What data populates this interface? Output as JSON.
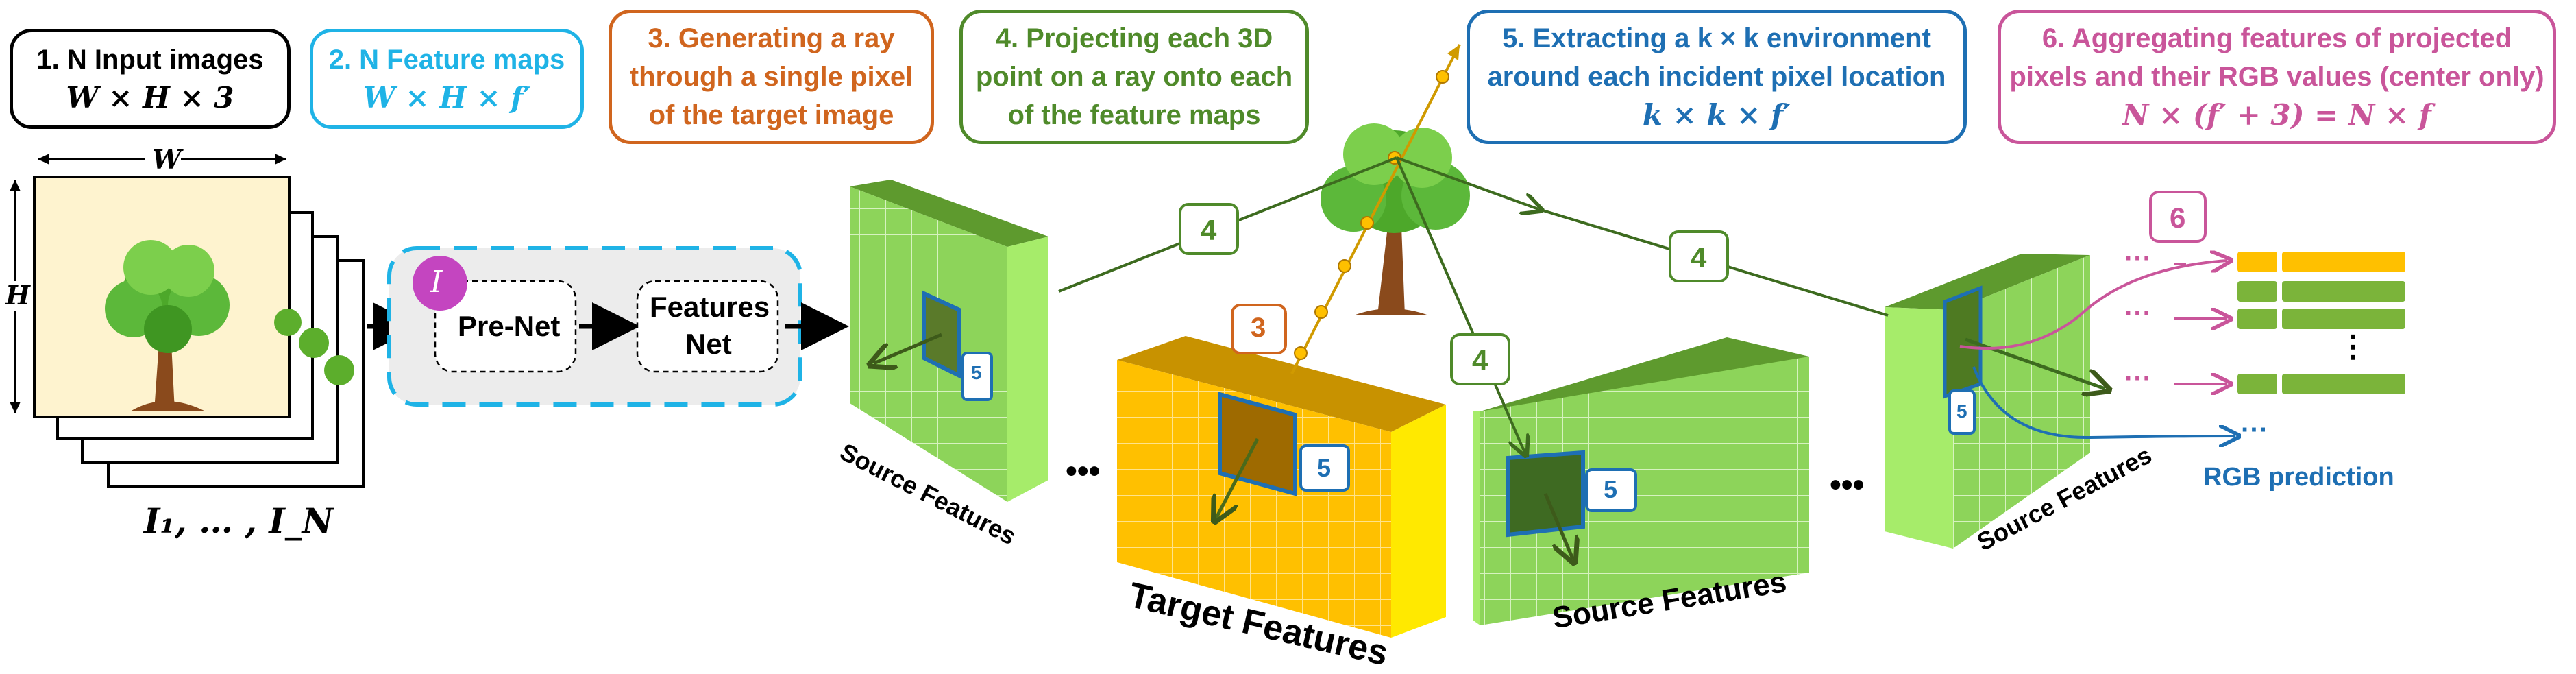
{
  "steps": [
    {
      "line1": "1. N Input images",
      "line2": "W × H × 3",
      "color": "#000000"
    },
    {
      "line1": "2. N Feature maps",
      "line2": "W × H × f′",
      "color": "#1fb3e6"
    },
    {
      "line1": "3. Generating a ray",
      "line2": "through a single pixel",
      "line3": "of the target image",
      "color": "#d0651e"
    },
    {
      "line1": "4. Projecting each 3D",
      "line2": "point on a ray onto each",
      "line3": "of the feature maps",
      "color": "#4f8a2a"
    },
    {
      "line1": "5. Extracting a k × k environment",
      "line2": "around each incident pixel location",
      "line3": "k × k × f′",
      "color": "#1e6fb3"
    },
    {
      "line1": "6. Aggregating features of projected",
      "line2": "pixels and their RGB values (center only)",
      "line3": "N × (f′ + 3) = N × f",
      "color": "#c9559a"
    }
  ],
  "input_images": {
    "width_label": "W",
    "height_label": "H",
    "caption": "I₁, … , I_N"
  },
  "network": {
    "input_badge": "I",
    "prenet_label": "Pre-Net",
    "features_net_label_1": "Features",
    "features_net_label_2": "Net"
  },
  "maps": {
    "source_features_left": "Source Features",
    "target_features": "Target Features",
    "source_features_middle": "Source Features",
    "source_features_right": "Source Features",
    "ellipsis": "•••"
  },
  "step_badges": {
    "three": "3",
    "four": "4",
    "five": "5",
    "six": "6"
  },
  "output": {
    "rgb_prediction": "RGB prediction",
    "vertical_dots": "⋮",
    "leading_dots": "···"
  },
  "colors": {
    "orange": "#d0651e",
    "green": "#4f8a2a",
    "blue": "#1e6fb3",
    "pink": "#c9559a",
    "cyan": "#1fb3e6",
    "yellow": "#ffc000",
    "lightgreen": "#7bc143"
  }
}
